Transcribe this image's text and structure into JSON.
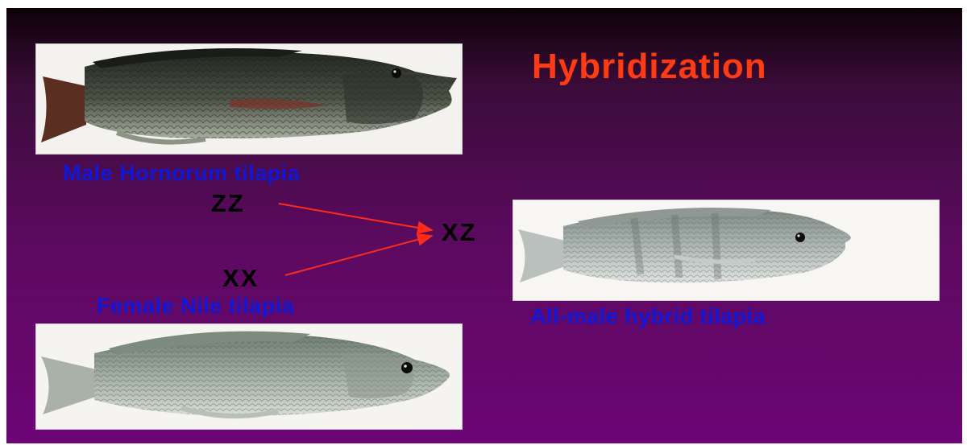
{
  "slide": {
    "title": "Hybridization",
    "colors": {
      "title": "#ff3b14",
      "caption": "#1018d8",
      "genotype": "#000000",
      "arrow": "#ff2a1a",
      "background_top": "#0d0208",
      "background_bottom": "#6d0576"
    }
  },
  "male": {
    "caption": "Male Hornorum tilapia",
    "genotype": "ZZ",
    "image": "dark-tilapia-photo"
  },
  "female": {
    "caption": "Female Nile tilapia",
    "genotype": "XX",
    "image": "silver-tilapia-photo"
  },
  "hybrid": {
    "caption": "All-male hybrid tilapia",
    "genotype": "XZ",
    "image": "hybrid-tilapia-photo"
  }
}
